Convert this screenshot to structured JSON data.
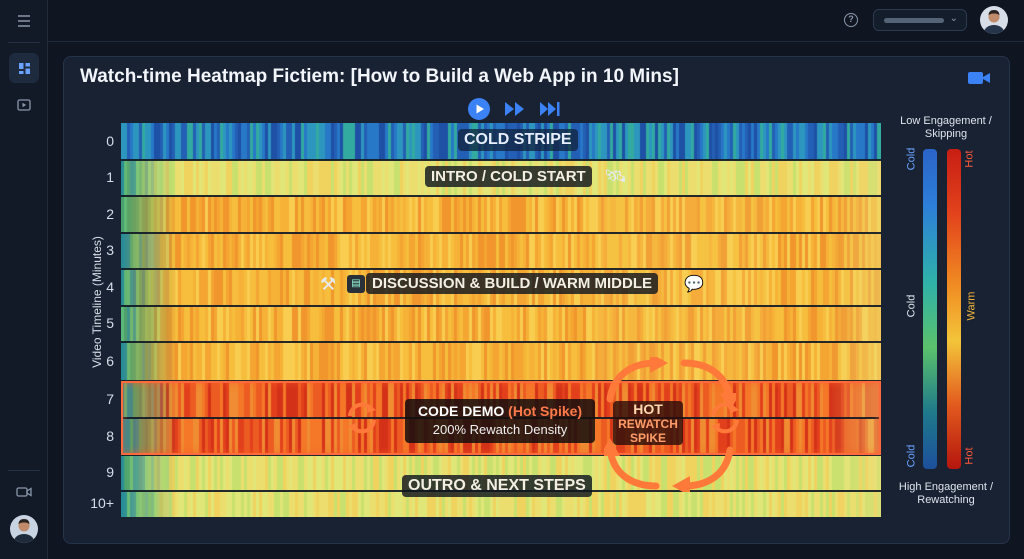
{
  "card": {
    "title": "Watch-time Heatmap Fictiem: [How to Build a Web App in 10 Mins]"
  },
  "icons": {
    "menu": "menu-icon",
    "dashboard": "dashboard-icon",
    "media": "play-square-icon",
    "video": "video-camera-icon",
    "help": "help-circle-icon",
    "camera": "video-camera-icon",
    "play": "play-icon",
    "fast_forward": "fast-forward-icon",
    "skip_end": "skip-forward-icon"
  },
  "colors": {
    "accent": "#3b82f6",
    "hot": "#ff6a3d",
    "cold": "#2b63c8",
    "background": "#0f1622",
    "card": "#182233"
  },
  "chart_data": {
    "type": "heatmap",
    "title": "Watch-time Heatmap Fictiem: [How to Build a Web App in 10 Mins]",
    "ylabel": "Video Timeline (Minutes)",
    "rows": [
      "0",
      "1",
      "2",
      "3",
      "4",
      "5",
      "6",
      "7",
      "8",
      "9",
      "10+"
    ],
    "row_engagement": {
      "0": "cold",
      "1": "cool",
      "2": "warm",
      "3": "warm",
      "4": "warm",
      "5": "warm",
      "6": "warm",
      "7": "hot",
      "8": "hot",
      "9": "cool",
      "10+": "cool"
    },
    "annotations": {
      "cold_stripe": "COLD STRIPE",
      "intro": "INTRO / COLD START",
      "discussion": "DISCUSSION & BUILD / WARM MIDDLE",
      "code_demo": "CODE DEMO",
      "code_demo_hot": "(Hot Spike)",
      "code_demo_sub": "200% Rewatch Density",
      "spike_hot": "HOT",
      "spike_rewatch": "REWATCH",
      "spike_label": "SPIKE",
      "outro": "OUTRO & NEXT STEPS"
    },
    "legend": {
      "top": "Low Engagement / Skipping",
      "bottom": "High Engagement / Rewatching",
      "cold_top": "Cold",
      "cold_mid": "Cold",
      "cold_bottom": "Cold",
      "hot_top": "Hot",
      "hot_mid": "Warm",
      "hot_bottom": "Hot"
    }
  }
}
